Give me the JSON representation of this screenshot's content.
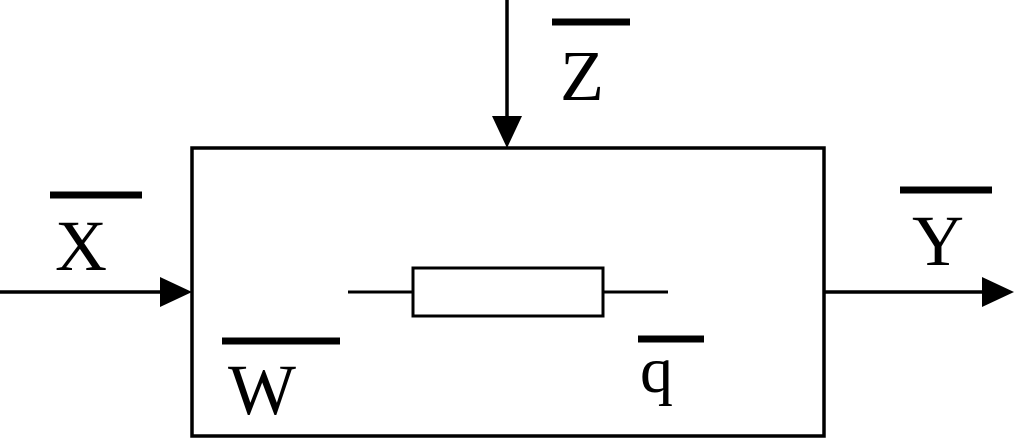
{
  "diagram": {
    "labels": {
      "input": "X",
      "output": "Y",
      "disturbance": "Z",
      "control": "W",
      "parameters": "q"
    },
    "colors": {
      "stroke": "#000000",
      "background": "#ffffff"
    }
  }
}
